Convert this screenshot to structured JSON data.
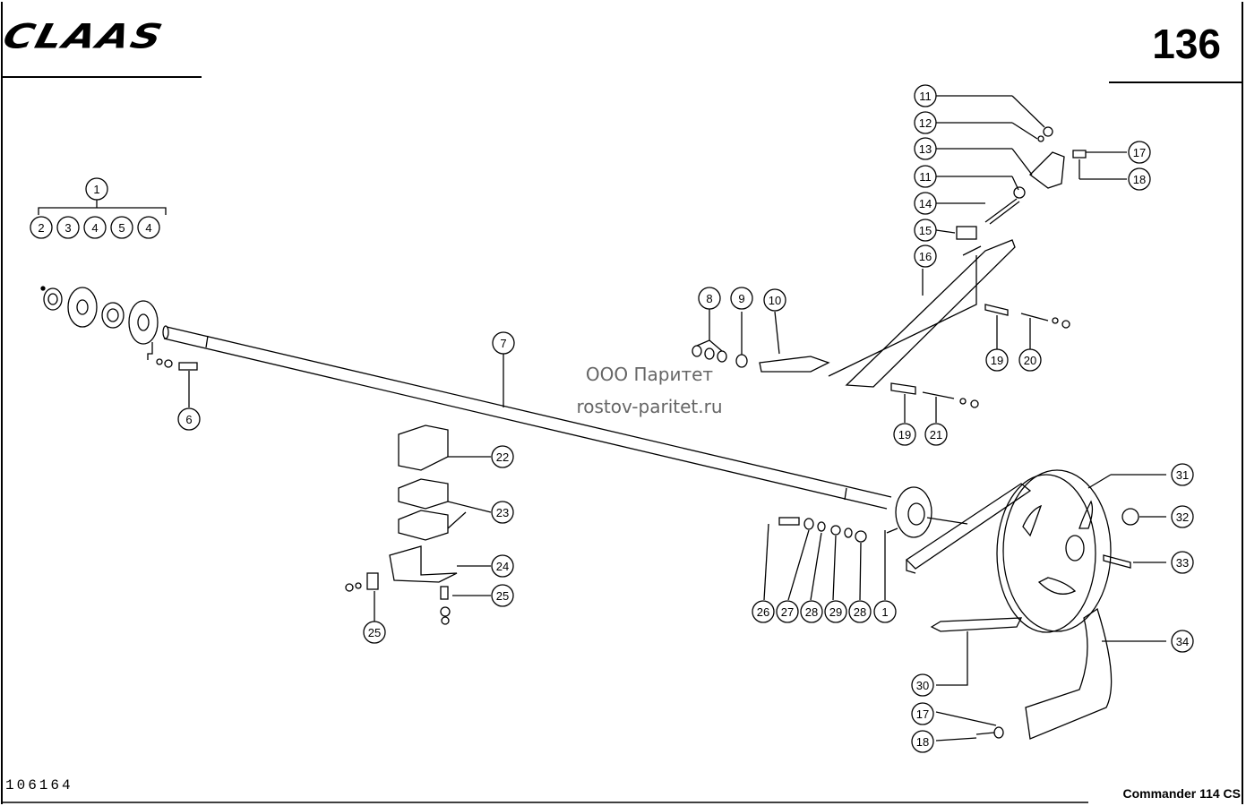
{
  "brand": "CLAAS",
  "page_number": "136",
  "drawing_number": "106164",
  "model": "Commander 114 CS",
  "watermark": {
    "company": "ООО Паритет",
    "site": "rostov-paritet.ru"
  },
  "callouts": [
    {
      "id": "c1a",
      "label": "1"
    },
    {
      "id": "c2",
      "label": "2"
    },
    {
      "id": "c3",
      "label": "3"
    },
    {
      "id": "c4a",
      "label": "4"
    },
    {
      "id": "c5",
      "label": "5"
    },
    {
      "id": "c4b",
      "label": "4"
    },
    {
      "id": "c6",
      "label": "6"
    },
    {
      "id": "c7",
      "label": "7"
    },
    {
      "id": "c8",
      "label": "8"
    },
    {
      "id": "c9",
      "label": "9"
    },
    {
      "id": "c10",
      "label": "10"
    },
    {
      "id": "c11a",
      "label": "11"
    },
    {
      "id": "c12",
      "label": "12"
    },
    {
      "id": "c13",
      "label": "13"
    },
    {
      "id": "c11b",
      "label": "11"
    },
    {
      "id": "c14",
      "label": "14"
    },
    {
      "id": "c15",
      "label": "15"
    },
    {
      "id": "c16",
      "label": "16"
    },
    {
      "id": "c17a",
      "label": "17"
    },
    {
      "id": "c18a",
      "label": "18"
    },
    {
      "id": "c19a",
      "label": "19"
    },
    {
      "id": "c20",
      "label": "20"
    },
    {
      "id": "c19b",
      "label": "19"
    },
    {
      "id": "c21",
      "label": "21"
    },
    {
      "id": "c22",
      "label": "22"
    },
    {
      "id": "c23",
      "label": "23"
    },
    {
      "id": "c24",
      "label": "24"
    },
    {
      "id": "c25a",
      "label": "25"
    },
    {
      "id": "c25b",
      "label": "25"
    },
    {
      "id": "c26",
      "label": "26"
    },
    {
      "id": "c27",
      "label": "27"
    },
    {
      "id": "c28a",
      "label": "28"
    },
    {
      "id": "c29",
      "label": "29"
    },
    {
      "id": "c28b",
      "label": "28"
    },
    {
      "id": "c1b",
      "label": "1"
    },
    {
      "id": "c31",
      "label": "31"
    },
    {
      "id": "c32",
      "label": "32"
    },
    {
      "id": "c33",
      "label": "33"
    },
    {
      "id": "c34",
      "label": "34"
    },
    {
      "id": "c30",
      "label": "30"
    },
    {
      "id": "c17b",
      "label": "17"
    },
    {
      "id": "c18b",
      "label": "18"
    }
  ]
}
